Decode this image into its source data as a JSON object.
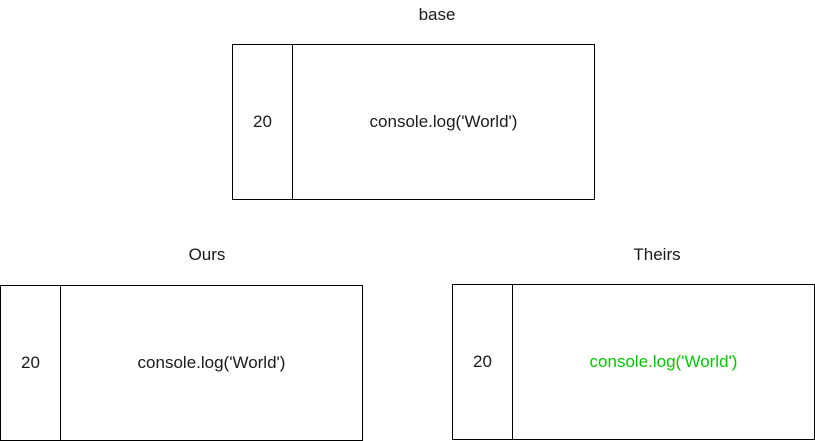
{
  "base": {
    "title": "base",
    "line_number": "20",
    "code": "console.log('World')"
  },
  "ours": {
    "title": "Ours",
    "line_number": "20",
    "code": "console.log('World')"
  },
  "theirs": {
    "title": "Theirs",
    "line_number": "20",
    "code": "console.log('World')"
  },
  "colors": {
    "border": "#000000",
    "text": "#1a1a1a",
    "changed_code": "#00c800"
  }
}
